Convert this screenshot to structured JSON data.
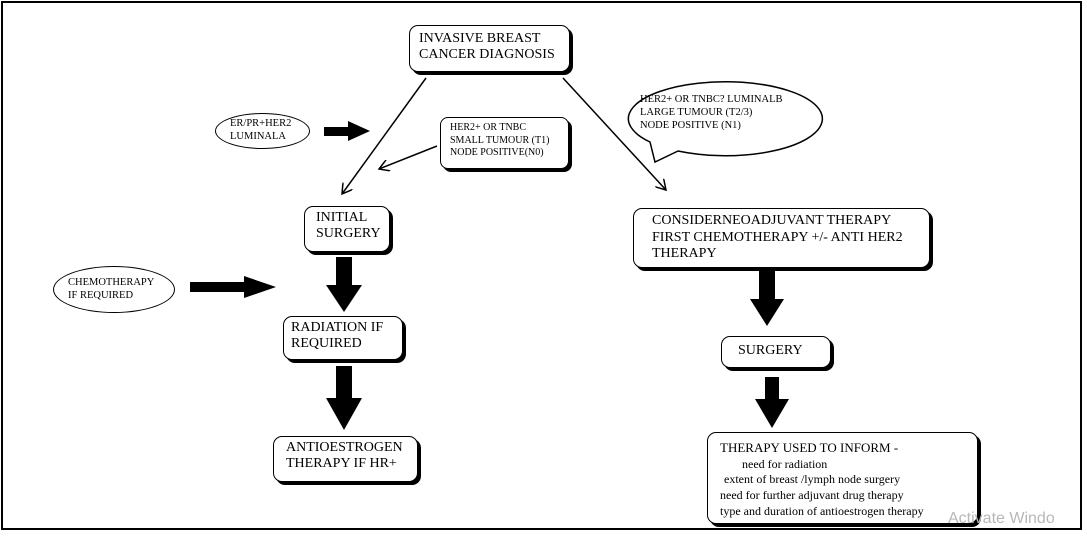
{
  "diagram": {
    "nodes": {
      "diagnosis": [
        "INVASIVE BREAST",
        "CANCER DIAGNOSIS"
      ],
      "luminal_a": [
        "ER/PR+HER2",
        "LUMINALA"
      ],
      "her2_small": [
        "HER2+ OR TNBC",
        "SMALL TUMOUR (T1)",
        "NODE POSITIVE(N0)"
      ],
      "her2_large": [
        "HER2+ OR TNBC? LUMINALB",
        "LARGE TUMOUR (T2/3)",
        "NODE POSITIVE (N1)"
      ],
      "initial_surgery": [
        "INITIAL",
        "SURGERY"
      ],
      "chemo_if_required": [
        "CHEMOTHERAPY",
        "IF REQUIRED"
      ],
      "radiation": [
        "RADIATION IF",
        "REQUIRED"
      ],
      "antioestrogen": [
        "ANTIOESTROGEN",
        "THERAPY IF HR+"
      ],
      "neoadjuvant": [
        "CONSIDERNEOADJUVANT THERAPY",
        "FIRST CHEMOTHERAPY +/- ANTI HER2",
        "THERAPY"
      ],
      "surgery": [
        "SURGERY"
      ],
      "therapy_inform": [
        "THERAPY USED TO INFORM -",
        "need for radiation",
        "extent of breast /lymph node surgery",
        "need for further adjuvant drug therapy",
        "type and duration of antioestrogen therapy"
      ]
    },
    "edges": [
      {
        "from": "diagnosis",
        "to": "initial_surgery",
        "style": "thin"
      },
      {
        "from": "diagnosis",
        "to": "neoadjuvant",
        "style": "thin"
      },
      {
        "from": "her2_small",
        "to": "initial_surgery",
        "style": "thin"
      },
      {
        "from": "luminal_a",
        "to": "initial_surgery",
        "style": "bold"
      },
      {
        "from": "chemo_if_required",
        "to": "radiation",
        "style": "bold"
      },
      {
        "from": "initial_surgery",
        "to": "radiation",
        "style": "bold"
      },
      {
        "from": "radiation",
        "to": "antioestrogen",
        "style": "bold"
      },
      {
        "from": "neoadjuvant",
        "to": "surgery",
        "style": "bold"
      },
      {
        "from": "surgery",
        "to": "therapy_inform",
        "style": "bold"
      }
    ]
  },
  "watermark": "Activate Windo"
}
